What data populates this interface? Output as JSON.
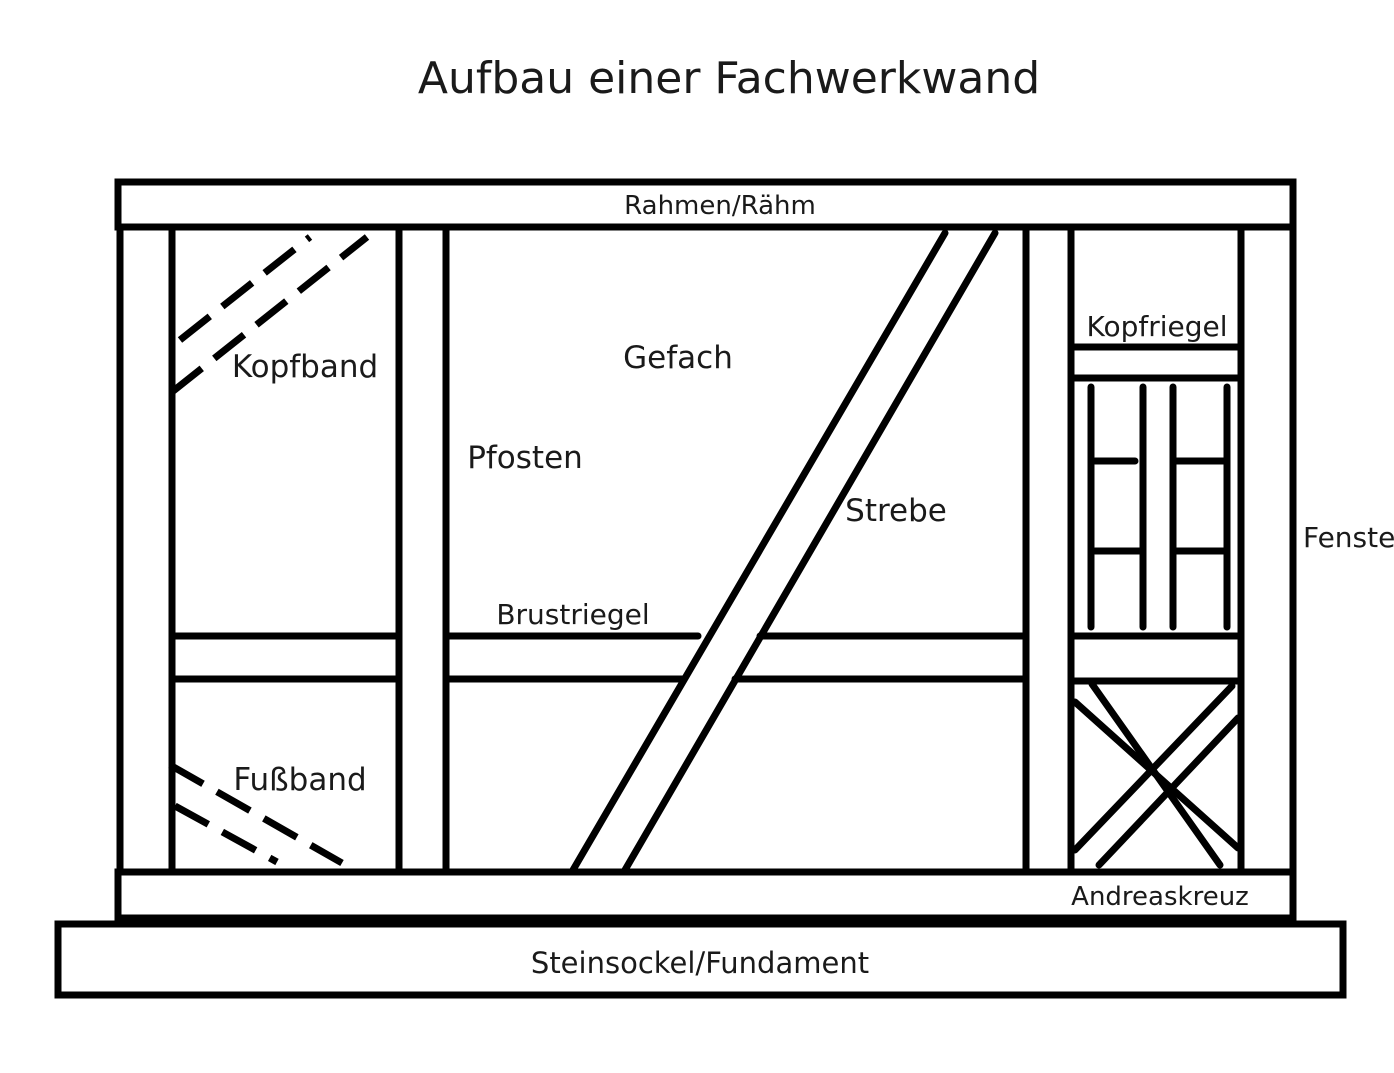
{
  "title": "Aufbau einer Fachwerkwand",
  "labels": {
    "rahmen": "Rahmen/Rähm",
    "kopfband": "Kopfband",
    "gefach": "Gefach",
    "pfosten": "Pfosten",
    "strebe": "Strebe",
    "kopfriegel": "Kopfriegel",
    "fenster": "Fenster",
    "brustriegel": "Brustriegel",
    "fussband": "Fußband",
    "andreaskreuz": "Andreaskreuz",
    "fundament": "Steinsockel/Fundament"
  }
}
